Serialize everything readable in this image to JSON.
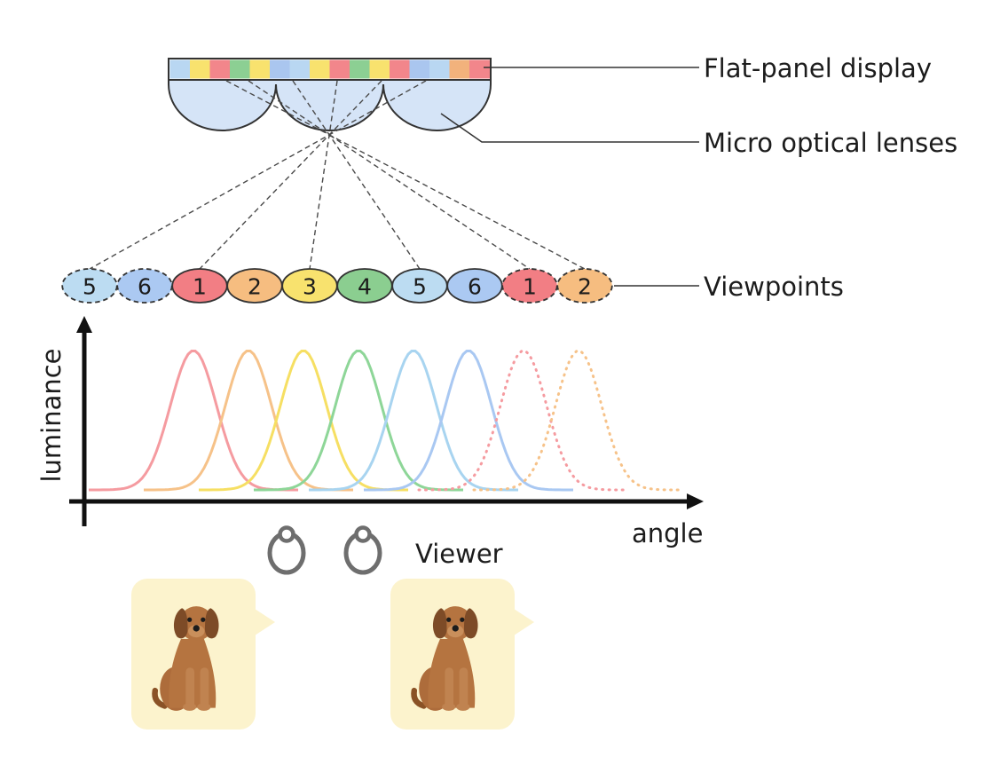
{
  "labels": {
    "flat_panel_display": "Flat-panel display",
    "micro_optical_lenses": "Micro optical lenses",
    "viewpoints": "Viewpoints",
    "viewer": "Viewer"
  },
  "display": {
    "segment_colors": [
      "#b9d7f2",
      "#f8e26e",
      "#f2868b",
      "#8ccf93",
      "#f8e26e",
      "#aac6ef",
      "#b9d7f2",
      "#f8e26e",
      "#f2868b",
      "#8ccf93",
      "#f8e26e",
      "#f2868b",
      "#aac6ef",
      "#b9d7f2",
      "#f2b27c",
      "#f2868b"
    ]
  },
  "viewpoints": [
    {
      "label": "5",
      "fill": "#bcdcf2",
      "dashed": true
    },
    {
      "label": "6",
      "fill": "#abc9f2",
      "dashed": true
    },
    {
      "label": "1",
      "fill": "#f27e84",
      "dashed": false
    },
    {
      "label": "2",
      "fill": "#f6bd80",
      "dashed": false
    },
    {
      "label": "3",
      "fill": "#f8e26e",
      "dashed": false
    },
    {
      "label": "4",
      "fill": "#8bce90",
      "dashed": false
    },
    {
      "label": "5",
      "fill": "#bcdcf2",
      "dashed": false
    },
    {
      "label": "6",
      "fill": "#abc9f2",
      "dashed": false
    },
    {
      "label": "1",
      "fill": "#f27e84",
      "dashed": true
    },
    {
      "label": "2",
      "fill": "#f6bd80",
      "dashed": true
    }
  ],
  "graph": {
    "ylabel": "luminance",
    "xlabel": "angle",
    "curves": [
      {
        "viewpoint": "1",
        "color": "#f59ba0",
        "dashed": false
      },
      {
        "viewpoint": "2",
        "color": "#f6c289",
        "dashed": false
      },
      {
        "viewpoint": "3",
        "color": "#f6df63",
        "dashed": false
      },
      {
        "viewpoint": "4",
        "color": "#8ed698",
        "dashed": false
      },
      {
        "viewpoint": "5",
        "color": "#a8d4f0",
        "dashed": false
      },
      {
        "viewpoint": "6",
        "color": "#a9c8f2",
        "dashed": false
      },
      {
        "viewpoint": "1",
        "color": "#f59ba0",
        "dashed": true
      },
      {
        "viewpoint": "2",
        "color": "#f6c289",
        "dashed": true
      }
    ]
  },
  "colors": {
    "card_bg": "#fcf3cd",
    "outline": "#333333",
    "axis": "#111111",
    "eye": "#6e6e6e"
  }
}
